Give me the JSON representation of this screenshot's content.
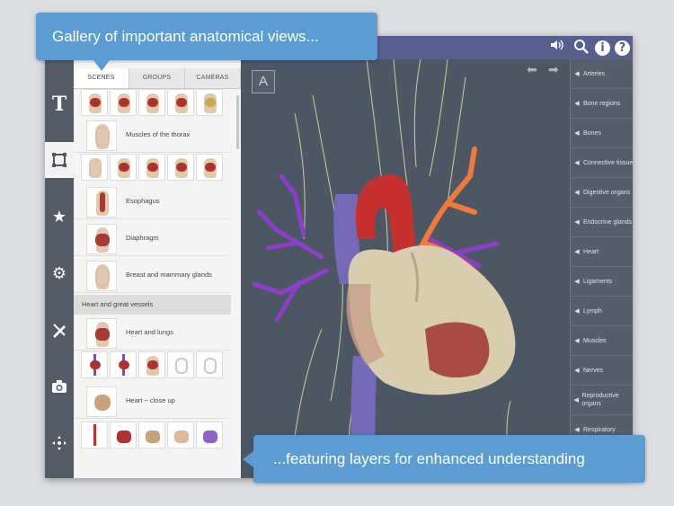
{
  "callouts": {
    "top": "Gallery of important anatomical views...",
    "bottom": "...featuring layers for enhanced understanding"
  },
  "topbar": {
    "icons": [
      "speaker-icon",
      "search-icon",
      "info-icon",
      "help-icon"
    ],
    "info_glyph": "i",
    "help_glyph": "?"
  },
  "toolbar": {
    "items": [
      "text-tool",
      "gallery-tool",
      "favorites-tool",
      "settings-tool",
      "dissect-tool",
      "camera-tool",
      "move-tool"
    ],
    "text_glyph": "T"
  },
  "gallery": {
    "tabs": [
      "SCENES",
      "GROUPS",
      "CAMERAS"
    ],
    "active_tab": "SCENES",
    "items": [
      {
        "label": "Muscles of the thorax"
      },
      {
        "label": "Esophagus"
      },
      {
        "label": "Diaphragm"
      },
      {
        "label": "Breast and mammary glands"
      },
      {
        "label": "Heart and lungs"
      },
      {
        "label": "Heart ~ close up"
      }
    ],
    "section": "Heart and great vessels"
  },
  "viewport": {
    "view_label": "A"
  },
  "layers": [
    "Arteries",
    "Bone regions",
    "Bones",
    "Connective tissue",
    "Digestive organs",
    "Endocrine glands",
    "Heart",
    "Ligaments",
    "Lymph",
    "Muscles",
    "Nerves",
    "Reproductive organs",
    "Respiratory"
  ],
  "colors": {
    "accent": "#5d9bd3",
    "topbar": "#575f8e",
    "viewport": "#4d5763",
    "artery": "#c6302f",
    "vein": "#7b4fbd",
    "nerve": "#e0d7a0"
  }
}
